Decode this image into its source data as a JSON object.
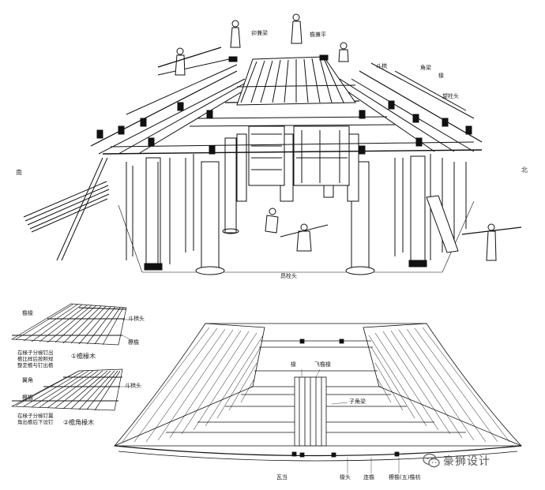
{
  "top_labels": {
    "north": "北",
    "south": "南",
    "l1": "卯兼梁",
    "l2": "檐兼平",
    "l3": "斗栱",
    "l4": "角梁",
    "l5": "椽",
    "l6": "望柱头",
    "l7": "昂栓头"
  },
  "bottom_left": {
    "fig1": {
      "label_a": "檐椽",
      "label_b": "斗栱头",
      "label_c": "橑檐",
      "note": "在椽子分椽钉出檐比样后按照规整定檐与钉出檐",
      "caption": "①檐椽木"
    },
    "fig2": {
      "label_a": "翼角",
      "label_b": "斗栱头",
      "label_c": "橑檐",
      "note": "在椽子分椽钉翼角出檐后下设钉",
      "caption": "②檐角椽木"
    }
  },
  "bottom_right": {
    "label_a": "椽",
    "label_b": "飞檐椽",
    "label_c": "子角梁",
    "label_d": "椽头",
    "label_e": "连檐",
    "label_f": "瓦当",
    "label_g": "橑檐(五)檐枋"
  },
  "watermark": {
    "text": "豪狮设计",
    "icon": "wechat-icon"
  }
}
